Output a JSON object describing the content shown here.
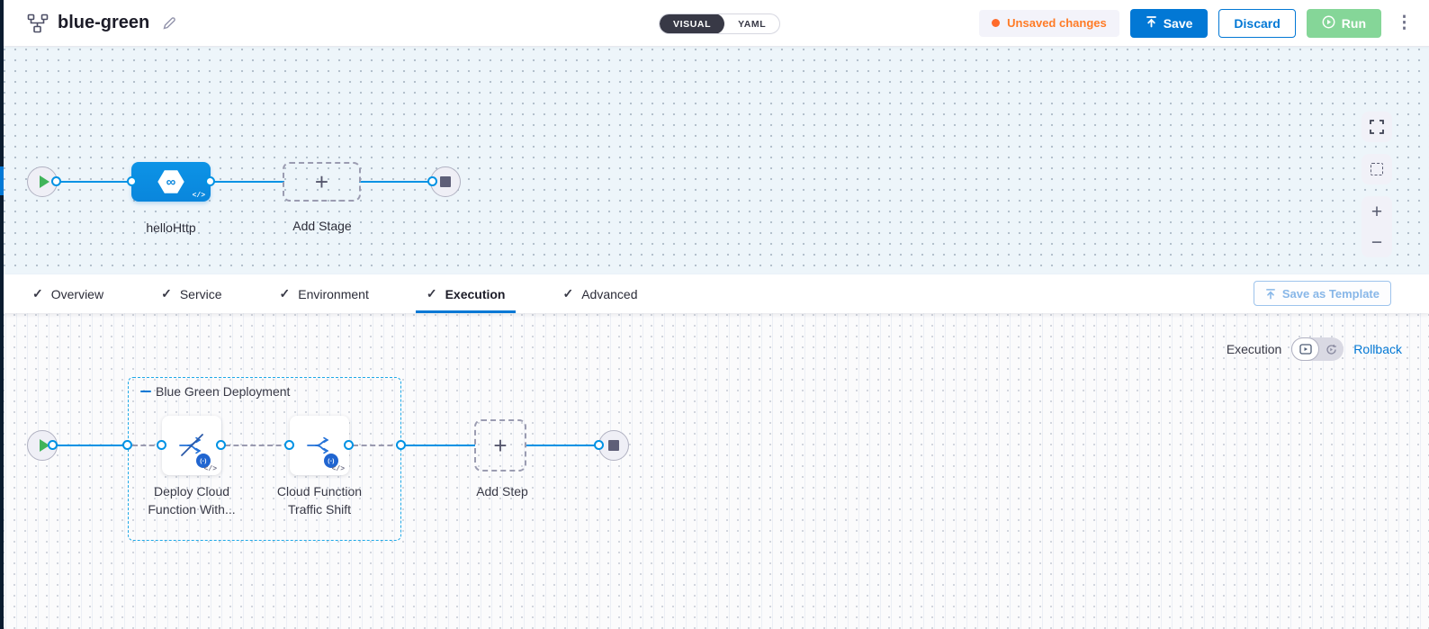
{
  "header": {
    "title": "blue-green",
    "mode_toggle": {
      "visual_label": "VISUAL",
      "yaml_label": "YAML"
    },
    "unsaved_changes_label": "Unsaved changes",
    "save_label": "Save",
    "discard_label": "Discard",
    "run_label": "Run"
  },
  "stage_canvas": {
    "stage_name": "helloHttp",
    "add_stage_label": "Add Stage"
  },
  "tabs": [
    {
      "label": "Overview",
      "checked": true,
      "active": false
    },
    {
      "label": "Service",
      "checked": true,
      "active": false
    },
    {
      "label": "Environment",
      "checked": true,
      "active": false
    },
    {
      "label": "Execution",
      "checked": true,
      "active": true
    },
    {
      "label": "Advanced",
      "checked": true,
      "active": false
    }
  ],
  "toolbar": {
    "save_as_template_label": "Save as Template"
  },
  "execution_canvas": {
    "mode_label": "Execution",
    "rollback_label": "Rollback",
    "group_label": "Blue Green Deployment",
    "steps": [
      {
        "name_line1": "Deploy Cloud",
        "name_line2": "Function With..."
      },
      {
        "name_line1": "Cloud Function",
        "name_line2": "Traffic Shift"
      }
    ],
    "add_step_label": "Add Step"
  },
  "icons": {
    "check": "✓",
    "plus": "+",
    "zoom_in": "+",
    "zoom_out": "−",
    "kebab": "⋮",
    "code": "</>",
    "infinity": "∞",
    "gcf_badge": "(-)"
  },
  "colors": {
    "primary_blue": "#0278d5",
    "connector_blue": "#0092e4",
    "group_border_cyan": "#1fa9e8",
    "unsaved_orange": "#ff7b26",
    "run_green": "#85d698",
    "stage_blue": "#0b8ee4",
    "nav_dark": "#0a1b2e"
  }
}
